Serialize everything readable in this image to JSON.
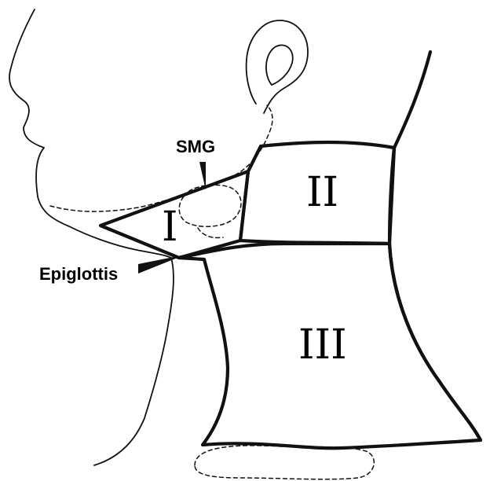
{
  "labels": {
    "region_one": "I",
    "region_two": "II",
    "region_three": "III",
    "smg": "SMG",
    "epiglottis": "Epiglottis"
  },
  "colors": {
    "line": "#111111",
    "background": "#ffffff"
  }
}
